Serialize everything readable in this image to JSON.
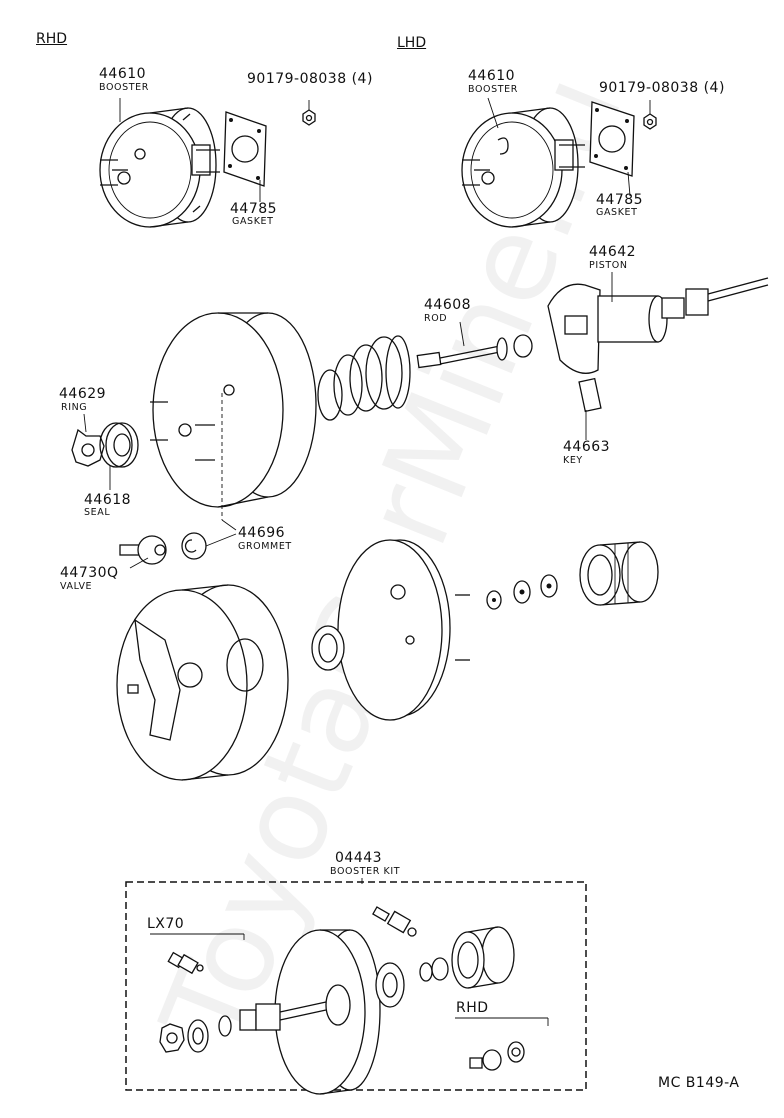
{
  "watermark": "ToyotaCarMine.ru",
  "headers": {
    "rhd": "RHD",
    "lhd": "LHD"
  },
  "parts": {
    "booster_rhd": {
      "number": "44610",
      "name": "BOOSTER"
    },
    "nut_rhd": {
      "number": "90179-08038 (4)"
    },
    "gasket_rhd": {
      "number": "44785",
      "name": "GASKET"
    },
    "booster_lhd": {
      "number": "44610",
      "name": "BOOSTER"
    },
    "nut_lhd": {
      "number": "90179-08038 (4)"
    },
    "gasket_lhd": {
      "number": "44785",
      "name": "GASKET"
    },
    "piston": {
      "number": "44642",
      "name": "PISTON"
    },
    "rod": {
      "number": "44608",
      "name": "ROD"
    },
    "ring": {
      "number": "44629",
      "name": "RING"
    },
    "key": {
      "number": "44663",
      "name": "KEY"
    },
    "seal": {
      "number": "44618",
      "name": "SEAL"
    },
    "grommet": {
      "number": "44696",
      "name": "GROMMET"
    },
    "valve": {
      "number": "44730Q",
      "name": "VALVE"
    },
    "booster_kit": {
      "number": "04443",
      "name": "BOOSTER KIT"
    }
  },
  "kit_labels": {
    "lx70": "LX70",
    "rhd": "RHD"
  },
  "figure_code": "MC B149-A"
}
